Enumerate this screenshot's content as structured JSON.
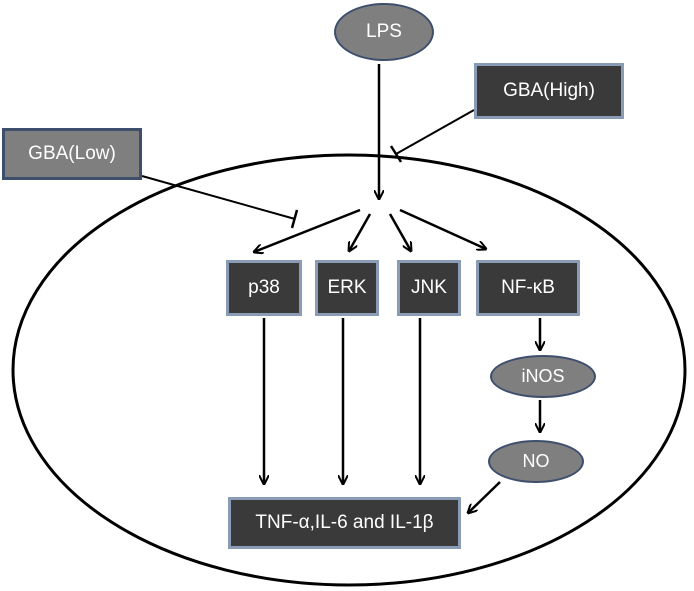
{
  "nodes": {
    "lps": "LPS",
    "gba_high": "GBA(High)",
    "gba_low": "GBA(Low)",
    "p38": "p38",
    "erk": "ERK",
    "jnk": "JNK",
    "nfkb": "NF-κB",
    "inos": "iNOS",
    "no": "NO",
    "output": "TNF-α,IL-6 and IL-1β"
  },
  "colors": {
    "dark_box": "#3a3a3a",
    "dark_box_border": "#8a9bb5",
    "grey_node": "#7f7f7f",
    "grey_node_border": "#3e4f6e",
    "lines": "#000000"
  }
}
